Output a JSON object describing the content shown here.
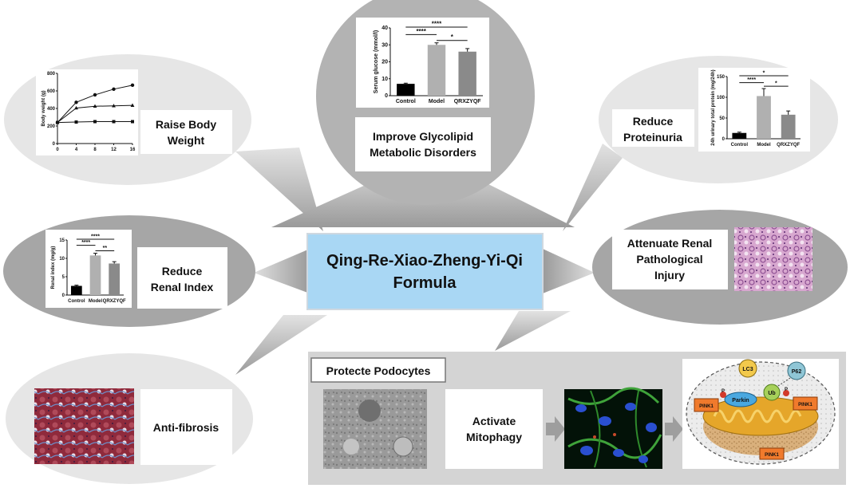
{
  "center": {
    "title_line1": "Qing-Re-Xiao-Zheng-Yi-Qi",
    "title_line2": "Formula"
  },
  "effects": {
    "body_weight": {
      "line1": "Raise Body",
      "line2": "Weight"
    },
    "glycolipid": {
      "line1": "Improve Glycolipid",
      "line2": "Metabolic Disorders"
    },
    "proteinuria": {
      "line1": "Reduce",
      "line2": "Proteinuria"
    },
    "renal_index": {
      "line1": "Reduce",
      "line2": "Renal Index"
    },
    "pathology": {
      "line1": "Attenuate Renal",
      "line2": "Pathological",
      "line3": "Injury"
    },
    "fibrosis": {
      "line1": "Anti-fibrosis"
    },
    "podocytes": {
      "title": "Protecte Podocytes",
      "mitophagy_line1": "Activate",
      "mitophagy_line2": "Mitophagy"
    }
  },
  "mito_labels": {
    "lc3": "LC3",
    "p62": "P62",
    "ub": "Ub",
    "parkin": "Parkin",
    "pink1": "PINK1",
    "p": "P"
  },
  "chart_data": [
    {
      "type": "line",
      "ylabel": "Body weight (g)",
      "x": [
        0,
        4,
        8,
        12,
        16
      ],
      "xticks": [
        "0",
        "4",
        "8",
        "12",
        "16"
      ],
      "yticks": [
        "0",
        "200",
        "400",
        "600",
        "800"
      ],
      "ylim": [
        0,
        800
      ],
      "series": [
        {
          "marker": "circle",
          "values": [
            240,
            470,
            555,
            620,
            665
          ]
        },
        {
          "marker": "triangle",
          "values": [
            240,
            405,
            425,
            430,
            435
          ]
        },
        {
          "marker": "square",
          "values": [
            240,
            245,
            250,
            250,
            250
          ]
        }
      ]
    },
    {
      "type": "bar",
      "ylabel": "Serum glucose (mmol/l)",
      "categories": [
        "Control",
        "Model",
        "QRXZYQF"
      ],
      "values": [
        7,
        30,
        26
      ],
      "errors": [
        0.4,
        1.2,
        1.8
      ],
      "colors": [
        "#000000",
        "#b0b0b0",
        "#8a8a8a"
      ],
      "ylim": [
        0,
        40
      ],
      "yticks": [
        "0",
        "10",
        "20",
        "30",
        "40"
      ],
      "significance": [
        {
          "from": 0,
          "to": 2,
          "label": "****"
        },
        {
          "from": 0,
          "to": 1,
          "label": "****"
        },
        {
          "from": 1,
          "to": 2,
          "label": "*"
        }
      ]
    },
    {
      "type": "bar",
      "ylabel": "24h urinary total protein (mg/24h)",
      "categories": [
        "Control",
        "Model",
        "QRXZYQF"
      ],
      "values": [
        14,
        103,
        58
      ],
      "errors": [
        2,
        18,
        9
      ],
      "colors": [
        "#000000",
        "#b0b0b0",
        "#8a8a8a"
      ],
      "ylim": [
        0,
        150
      ],
      "yticks": [
        "0",
        "50",
        "100",
        "150"
      ],
      "significance": [
        {
          "from": 0,
          "to": 2,
          "label": "*"
        },
        {
          "from": 0,
          "to": 1,
          "label": "****"
        },
        {
          "from": 1,
          "to": 2,
          "label": "*"
        }
      ]
    },
    {
      "type": "bar",
      "ylabel": "Renal index (mg/g)",
      "categories": [
        "Control",
        "Model",
        "QRXZYQF"
      ],
      "values": [
        2.5,
        10.8,
        8.6
      ],
      "errors": [
        0.2,
        0.6,
        0.5
      ],
      "colors": [
        "#000000",
        "#b0b0b0",
        "#8a8a8a"
      ],
      "ylim": [
        0,
        15
      ],
      "yticks": [
        "0",
        "5",
        "10",
        "15"
      ],
      "significance": [
        {
          "from": 0,
          "to": 2,
          "label": "****"
        },
        {
          "from": 0,
          "to": 1,
          "label": "****"
        },
        {
          "from": 1,
          "to": 2,
          "label": "**"
        }
      ]
    }
  ]
}
